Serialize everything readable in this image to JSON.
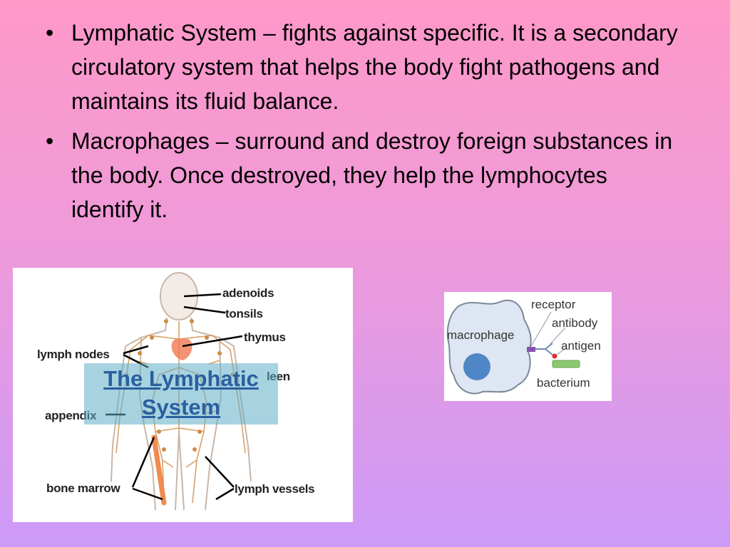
{
  "bullets": [
    {
      "text": "Lymphatic System – fights against specific. It is a secondary circulatory system that helps the body fight pathogens and maintains its fluid balance."
    },
    {
      "text": "Macrophages – surround and destroy foreign substances in the body. Once destroyed, they help the lymphocytes identify it."
    }
  ],
  "bullet_symbol": "•",
  "lymph_diagram": {
    "labels": {
      "adenoids": "adenoids",
      "tonsils": "tonsils",
      "thymus": "thymus",
      "lymph_nodes": "lymph nodes",
      "spleen_partial": "leen",
      "appendix": "appendix",
      "bone_marrow": "bone marrow",
      "lymph_vessels": "lymph vessels"
    },
    "overlay_title_line1": "The Lymphatic",
    "overlay_title_line2": "System",
    "colors": {
      "vessel": "#d9a066",
      "organ": "#f07850",
      "overlay": "#5fafc8"
    }
  },
  "macrophage_diagram": {
    "labels": {
      "receptor": "receptor",
      "antibody": "antibody",
      "antigen": "antigen",
      "macrophage": "macrophage",
      "bacterium": "bacterium"
    },
    "colors": {
      "cell": "#dde6f2",
      "nucleus": "#4f86c6",
      "receptor": "#8a4fb0",
      "antigen": "#e03030",
      "bacterium": "#8cc870"
    }
  }
}
